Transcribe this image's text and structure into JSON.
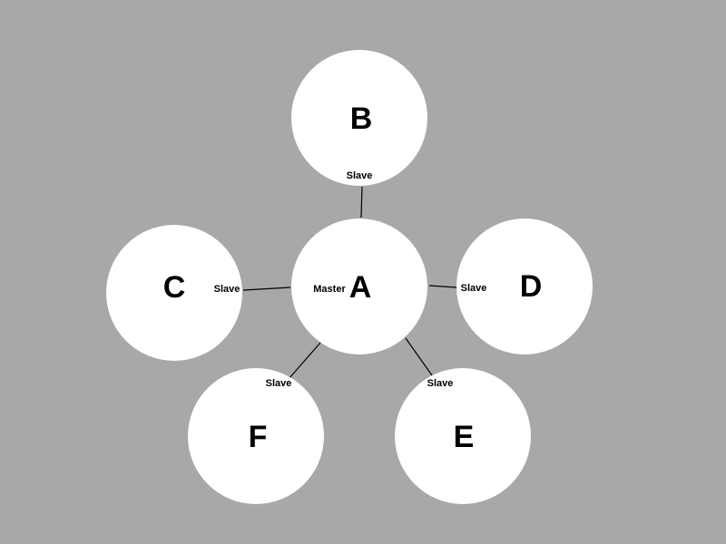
{
  "colors": {
    "background": "#a8a8a8",
    "node_fill": "#ffffff",
    "text": "#000000",
    "line": "#000000"
  },
  "nodes": {
    "a": {
      "letter": "A",
      "role": "Master"
    },
    "b": {
      "letter": "B",
      "role": "Slave"
    },
    "c": {
      "letter": "C",
      "role": "Slave"
    },
    "d": {
      "letter": "D",
      "role": "Slave"
    },
    "e": {
      "letter": "E",
      "role": "Slave"
    },
    "f": {
      "letter": "F",
      "role": "Slave"
    }
  },
  "links": [
    {
      "from": "A",
      "to": "B"
    },
    {
      "from": "A",
      "to": "C"
    },
    {
      "from": "A",
      "to": "D"
    },
    {
      "from": "A",
      "to": "E"
    },
    {
      "from": "A",
      "to": "F"
    }
  ]
}
